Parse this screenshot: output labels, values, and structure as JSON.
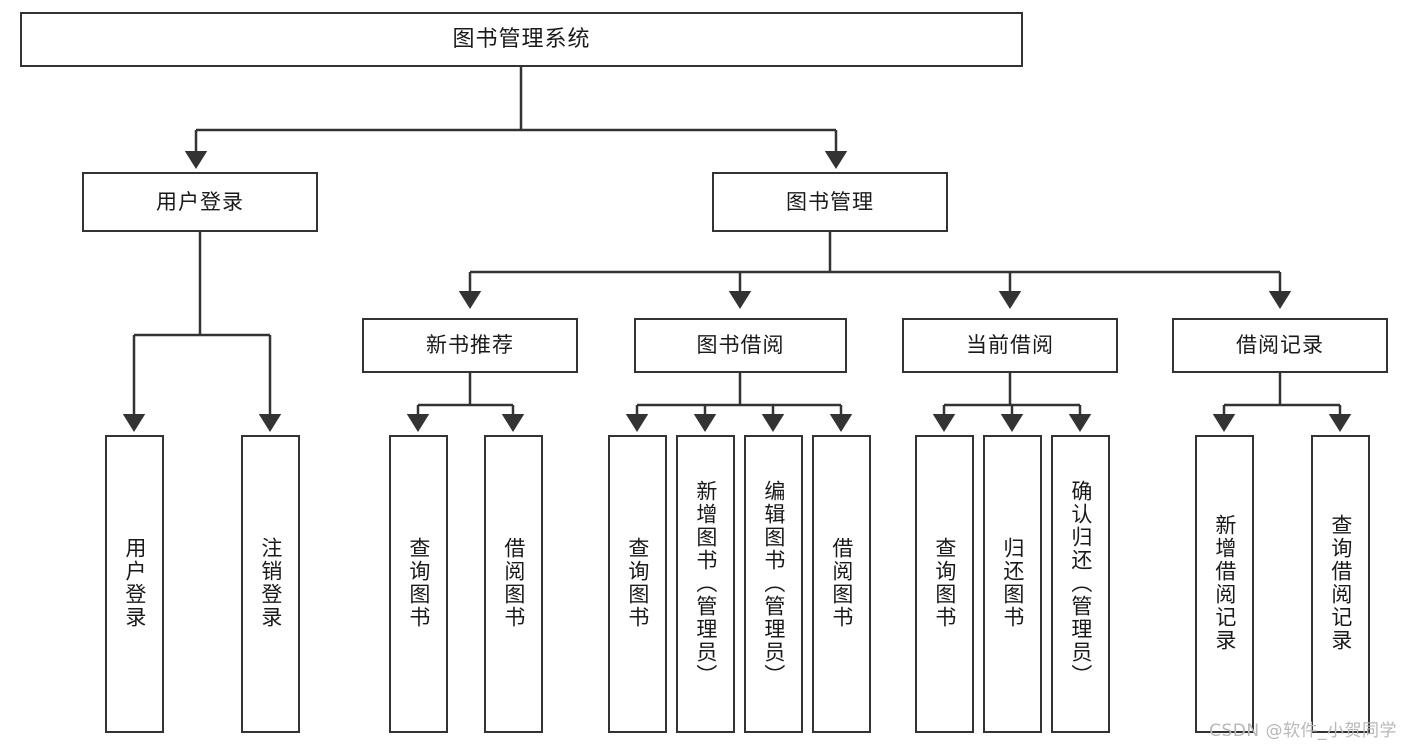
{
  "diagram": {
    "title": "图书管理系统",
    "type": "hierarchy-tree",
    "watermark": "CSDN @软件_小贺同学",
    "stroke_color": "#333333",
    "background_color": "#ffffff",
    "nodes": {
      "root": {
        "label": "图书管理系统"
      },
      "level2": [
        {
          "id": "user-login",
          "label": "用户登录"
        },
        {
          "id": "book-management",
          "label": "图书管理"
        }
      ],
      "level3": [
        {
          "id": "new-book-recommend",
          "label": "新书推荐"
        },
        {
          "id": "book-borrow",
          "label": "图书借阅"
        },
        {
          "id": "current-borrow",
          "label": "当前借阅"
        },
        {
          "id": "borrow-record",
          "label": "借阅记录"
        }
      ],
      "leaves": [
        {
          "id": "user-login-leaf",
          "label": "用户登录",
          "parent": "user-login"
        },
        {
          "id": "logout-leaf",
          "label": "注销登录",
          "parent": "user-login"
        },
        {
          "id": "query-book-rec",
          "label": "查询图书",
          "parent": "new-book-recommend"
        },
        {
          "id": "borrow-book-rec",
          "label": "借阅图书",
          "parent": "new-book-recommend"
        },
        {
          "id": "query-book-borrow",
          "label": "查询图书",
          "parent": "book-borrow"
        },
        {
          "id": "add-book",
          "label": "新增图书（管理员）",
          "parent": "book-borrow"
        },
        {
          "id": "edit-book",
          "label": "编辑图书（管理员）",
          "parent": "book-borrow"
        },
        {
          "id": "borrow-book",
          "label": "借阅图书",
          "parent": "book-borrow"
        },
        {
          "id": "query-book-current",
          "label": "查询图书",
          "parent": "current-borrow"
        },
        {
          "id": "return-book",
          "label": "归还图书",
          "parent": "current-borrow"
        },
        {
          "id": "confirm-return",
          "label": "确认归还（管理员）",
          "parent": "current-borrow"
        },
        {
          "id": "add-borrow-record",
          "label": "新增借阅记录",
          "parent": "borrow-record"
        },
        {
          "id": "query-borrow-record",
          "label": "查询借阅记录",
          "parent": "borrow-record"
        }
      ]
    }
  }
}
